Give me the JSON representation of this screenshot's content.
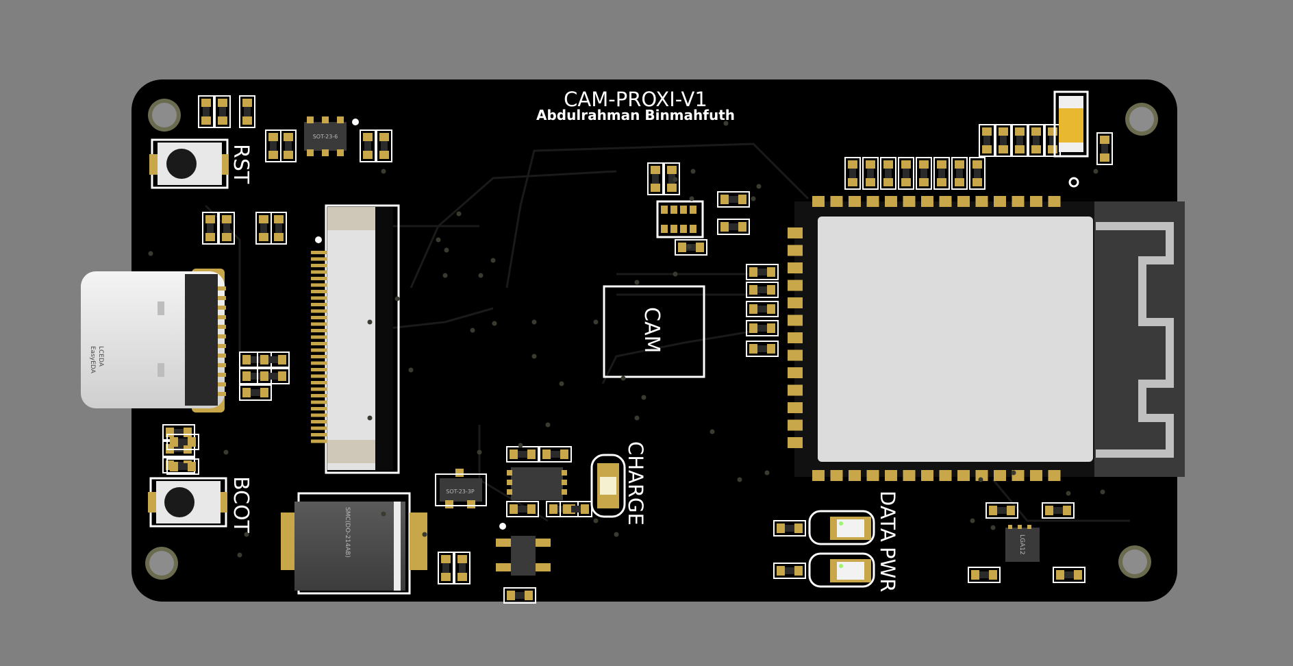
{
  "board": {
    "title": "CAM-PROXI-V1",
    "author": "Abdulrahman Binmahfuth",
    "colors": {
      "background": "#808080",
      "board": "#000000",
      "pad": "#c8a64a",
      "silk": "#ffffff",
      "module": "#dcdcdc",
      "antenna": "#3a3a3a"
    }
  },
  "labels": {
    "rst": "RST",
    "boot": "BCOT",
    "cam": "CAM",
    "charge": "CHARGE",
    "data": "DATA",
    "pwr": "PWR"
  },
  "parts": {
    "usb_logo": "LCEDA",
    "usb_logo2": "EasyEDA",
    "sot23_6": "SOT-23-6",
    "sot23_3": "SOT-23-3P",
    "smc": "SMC(DO-214AB)",
    "lga": "LGA12"
  }
}
